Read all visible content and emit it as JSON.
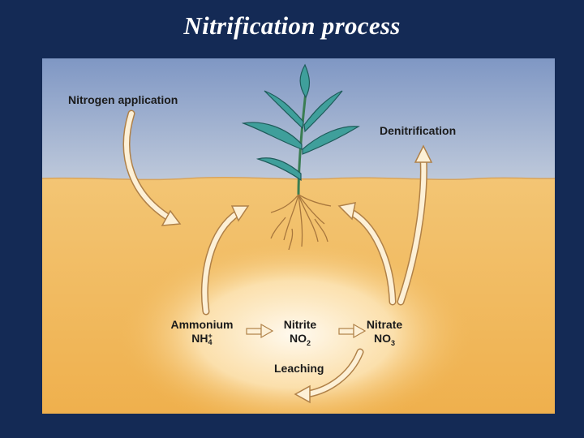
{
  "title": "Nitrification process",
  "labels": {
    "nitrogen_application": "Nitrogen application",
    "denitrification": "Denitrification",
    "leaching": "Leaching"
  },
  "compounds": {
    "ammonium": {
      "name": "Ammonium",
      "formula_base": "NH",
      "formula_sub": "4",
      "formula_sup": "+"
    },
    "nitrite": {
      "name": "Nitrite",
      "formula_base": "NO",
      "formula_sub": "2",
      "formula_sup": ""
    },
    "nitrate": {
      "name": "Nitrate",
      "formula_base": "NO",
      "formula_sub": "3",
      "formula_sup": ""
    }
  },
  "colors": {
    "slide_background": "#142a55",
    "sky_top": "#7f97c4",
    "sky_bottom": "#b4c2da",
    "soil": "#f1b95a",
    "soil_glow": "#fff6e4",
    "arrow_fill": "#fdf0d6",
    "arrow_stroke": "#b08148",
    "leaf": "#3f9f9b",
    "root": "#a8773d"
  }
}
